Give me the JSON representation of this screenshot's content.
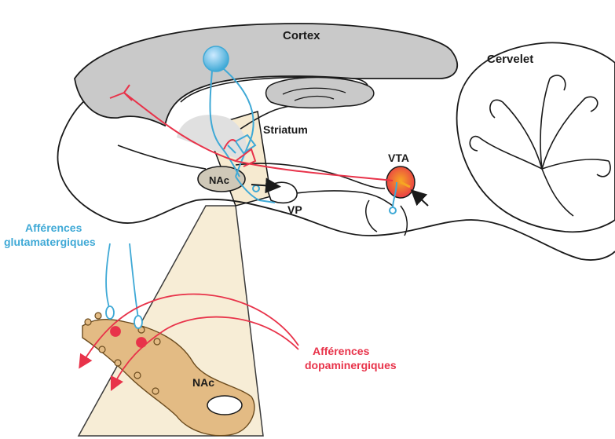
{
  "labels": {
    "cortex": "Cortex",
    "cervelet": "Cervelet",
    "striatum": "Striatum",
    "nac_top": "NAc",
    "vp": "VP",
    "vta": "VTA",
    "glut_line1": "Afférences",
    "glut_line2": "glutamatergiques",
    "dopa_line1": "Afférences",
    "dopa_line2": "dopaminergiques",
    "nac_bottom": "NAc"
  },
  "colors": {
    "glutamatergic": "#3fa9d6",
    "dopaminergic": "#e8334a",
    "cortex_fill": "#c9c9c9",
    "zoom_fill": "#f6ead0",
    "neuron_fill": "#e3bb84",
    "nac_fill": "#cfc8b8",
    "outline": "#1a1a1a"
  }
}
